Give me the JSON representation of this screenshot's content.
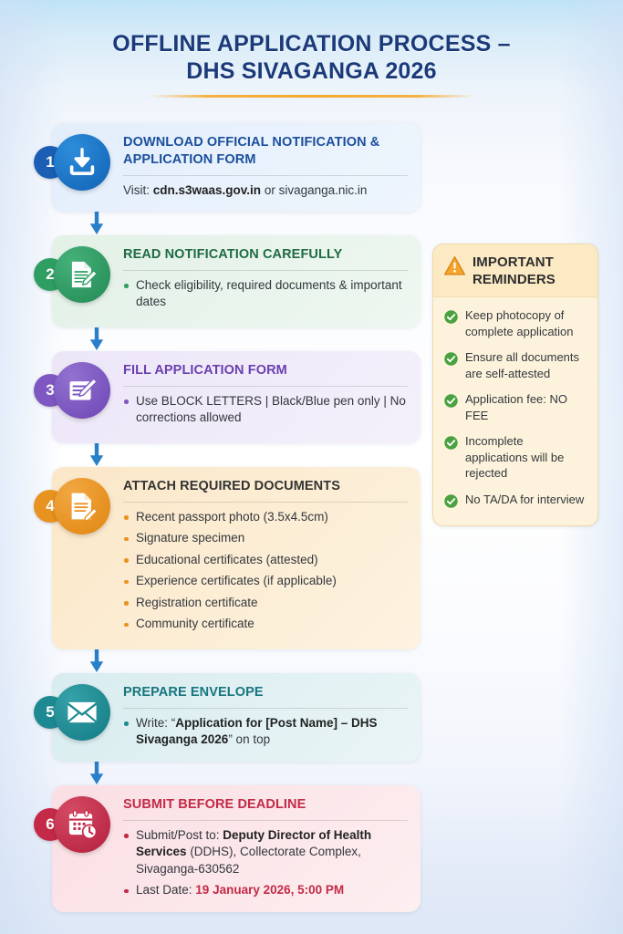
{
  "header": {
    "title_line1": "OFFLINE APPLICATION PROCESS –",
    "title_line2": "DHS SIVAGANGA 2026"
  },
  "colors": {
    "title": "#1b3a7a",
    "rule": "#f5a623",
    "step1": "#1565c0",
    "step2": "#2e9e63",
    "step3": "#7e57c2",
    "step4": "#e8921f",
    "step5": "#1d8a93",
    "step6": "#c42a47",
    "arrow": "#2a7fc9",
    "reminder_check": "#49a13f",
    "reminder_warning": "#f0a02a"
  },
  "steps": [
    {
      "number": "1",
      "icon": "download-icon",
      "title": "DOWNLOAD OFFICIAL NOTIFICATION & APPLICATION FORM",
      "body_type": "plain",
      "body_prefix": "Visit: ",
      "body_bold": "cdn.s3waas.gov.in",
      "body_suffix": " or sivaganga.nic.in"
    },
    {
      "number": "2",
      "icon": "document-pencil-icon",
      "title": "READ NOTIFICATION CAREFULLY",
      "body_type": "bullets",
      "bullets": [
        "Check eligibility, required documents & important dates"
      ]
    },
    {
      "number": "3",
      "icon": "form-pen-icon",
      "title": "FILL APPLICATION FORM",
      "body_type": "bullets",
      "bullets": [
        "Use BLOCK LETTERS | Black/Blue pen only | No corrections allowed"
      ]
    },
    {
      "number": "4",
      "icon": "attach-document-icon",
      "title": "ATTACH REQUIRED DOCUMENTS",
      "body_type": "bullets",
      "bullets": [
        "Recent passport photo (3.5x4.5cm)",
        "Signature specimen",
        "Educational certificates (attested)",
        "Experience certificates (if applicable)",
        "Registration certificate",
        "Community certificate"
      ]
    },
    {
      "number": "5",
      "icon": "envelope-icon",
      "title": "PREPARE ENVELOPE",
      "body_type": "rich",
      "segments": [
        {
          "text": "Write: “",
          "bold": false
        },
        {
          "text": "Application for [Post Name] – DHS",
          "bold": true
        },
        {
          "text": " ",
          "bold": false
        },
        {
          "text": "Sivaganga 2026",
          "bold": true
        },
        {
          "text": "” on top",
          "bold": false
        }
      ]
    },
    {
      "number": "6",
      "icon": "calendar-deadline-icon",
      "title": "SUBMIT BEFORE DEADLINE",
      "body_type": "rich2",
      "line1": [
        {
          "text": "Submit/Post to: ",
          "bold": false
        },
        {
          "text": "Deputy Director of Health Services",
          "bold": true
        },
        {
          "text": " (DDHS), Collectorate Complex, Sivaganga-630562",
          "bold": false
        }
      ],
      "line2_label": "Last Date: ",
      "line2_value": "19 January 2026, 5:00 PM"
    }
  ],
  "reminders": {
    "icon": "warning-triangle-icon",
    "title_line1": "IMPORTANT",
    "title_line2": "REMINDERS",
    "items": [
      "Keep photocopy of complete application",
      "Ensure all documents are self-attested",
      "Application fee: NO FEE",
      "Incomplete applications will be rejected",
      "No TA/DA for interview"
    ]
  }
}
